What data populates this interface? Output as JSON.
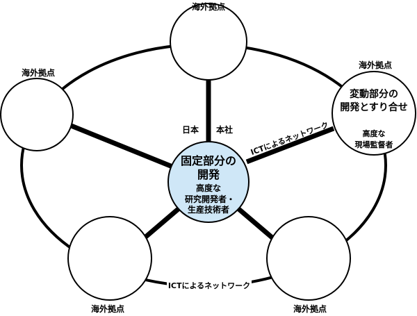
{
  "colors": {
    "center_fill": "#cfe7f7",
    "line": "#000000"
  },
  "overseas_label": "海外拠点",
  "hq": {
    "left": "日本",
    "right": "本社"
  },
  "center": {
    "title1": "固定部分の",
    "title2": "開発",
    "sub1": "高度な",
    "sub2": "研究開発者・",
    "sub3": "生産技術者"
  },
  "right_node": {
    "title1": "変動部分の",
    "title2": "開発とすり合せ",
    "sub1": "高度な",
    "sub2": "現場監督者"
  },
  "network_label": "ICTによるネットワーク"
}
